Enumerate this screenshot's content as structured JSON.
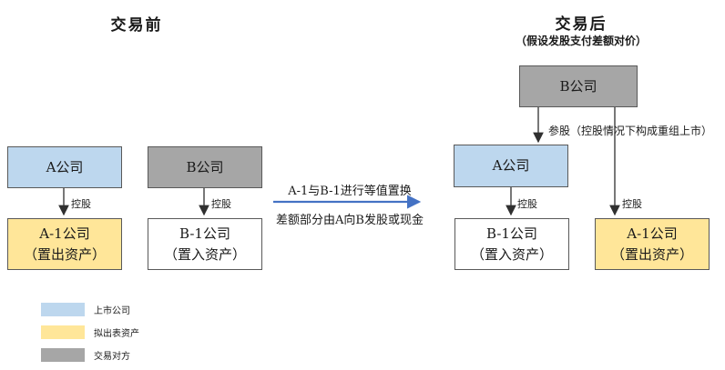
{
  "before": {
    "title": "交易前",
    "box_a": "A公司",
    "box_b": "B公司",
    "box_a1_line1": "A-1公司",
    "box_a1_line2": "（置出资产）",
    "box_b1_line1": "B-1公司",
    "box_b1_line2": "（置入资产）",
    "label_a_a1": "控股",
    "label_b_b1": "控股"
  },
  "transition": {
    "line_above": "A-1与B-1进行等值置换",
    "line_below": "差额部分由A向B发股或现金"
  },
  "after": {
    "title": "交易后",
    "subtitle": "（假设发股支付差额对价）",
    "box_b": "B公司",
    "box_a": "A公司",
    "box_b1_line1": "B-1公司",
    "box_b1_line2": "（置入资产）",
    "box_a1_line1": "A-1公司",
    "box_a1_line2": "（置出资产）",
    "label_b_a": "参股（控股情况下构成重组上市）",
    "label_a_b1": "控股",
    "label_b_a1": "控股"
  },
  "legend": {
    "items": [
      {
        "label": "上市公司",
        "color": "#BDD7EE"
      },
      {
        "label": "拟出表资产",
        "color": "#FFE699"
      },
      {
        "label": "交易对方",
        "color": "#A6A6A6"
      }
    ]
  },
  "colors": {
    "listed_company_fill": "#BDD7EE",
    "asset_out_fill": "#FFE699",
    "counterparty_fill": "#A6A6A6",
    "box_border": "#595959",
    "arrow_black": "#303030",
    "arrow_blue": "#4472C4",
    "text": "#1a1a1a"
  }
}
